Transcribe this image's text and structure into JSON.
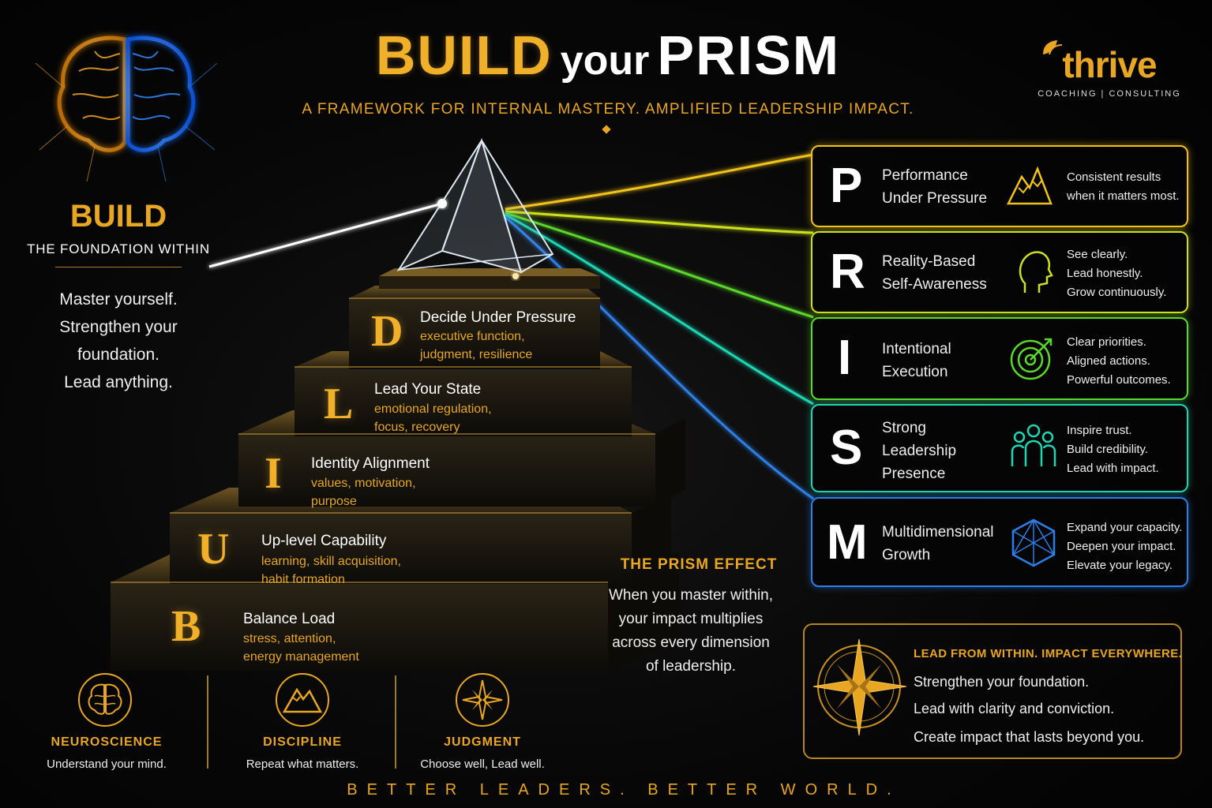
{
  "title": {
    "part1": "BUILD",
    "part2": "your",
    "part3": "PRISM"
  },
  "subtitle": "A FRAMEWORK FOR INTERNAL MASTERY. AMPLIFIED LEADERSHIP IMPACT.",
  "logo": {
    "name": "thrive",
    "tagline": "COACHING | CONSULTING"
  },
  "build": {
    "heading": "BUILD",
    "subheading": "THE FOUNDATION WITHIN",
    "lines": [
      "Master yourself.",
      "Strengthen your",
      "foundation.",
      "Lead anything."
    ]
  },
  "steps": [
    {
      "letter": "D",
      "title": "Decide Under Pressure",
      "desc1": "executive function,",
      "desc2": "judgment, resilience"
    },
    {
      "letter": "L",
      "title": "Lead Your State",
      "desc1": "emotional regulation,",
      "desc2": "focus, recovery"
    },
    {
      "letter": "I",
      "title": "Identity Alignment",
      "desc1": "values, motivation,",
      "desc2": "purpose"
    },
    {
      "letter": "U",
      "title": "Up-level Capability",
      "desc1": "learning, skill acquisition,",
      "desc2": "habit formation"
    },
    {
      "letter": "B",
      "title": "Balance Load",
      "desc1": "stress, attention,",
      "desc2": "energy management"
    }
  ],
  "prism_effect": {
    "heading": "THE PRISM EFFECT",
    "lines": [
      "When you master within,",
      "your impact multiplies",
      "across every dimension",
      "of leadership."
    ]
  },
  "prism": [
    {
      "letter": "P",
      "title": [
        "Performance",
        "Under Pressure"
      ],
      "desc": [
        "Consistent results",
        "when it matters most."
      ],
      "icon": "mountain-icon",
      "color": "#f2c21a"
    },
    {
      "letter": "R",
      "title": [
        "Reality-Based",
        "Self-Awareness"
      ],
      "desc": [
        "See clearly.",
        "Lead honestly.",
        "Grow continuously."
      ],
      "icon": "head-profile-icon",
      "color": "#cde01e"
    },
    {
      "letter": "I",
      "title": [
        "Intentional",
        "Execution"
      ],
      "desc": [
        "Clear priorities.",
        "Aligned actions.",
        "Powerful outcomes."
      ],
      "icon": "target-icon",
      "color": "#5cd82a"
    },
    {
      "letter": "S",
      "title": [
        "Strong",
        "Leadership",
        "Presence"
      ],
      "desc": [
        "Inspire trust.",
        "Build credibility.",
        "Lead with impact."
      ],
      "icon": "people-group-icon",
      "color": "#1fd6b4"
    },
    {
      "letter": "M",
      "title": [
        "Multidimensional",
        "Growth"
      ],
      "desc": [
        "Expand your capacity.",
        "Deepen your impact.",
        "Elevate your legacy."
      ],
      "icon": "cube-network-icon",
      "color": "#2d7fe8"
    }
  ],
  "lead": {
    "heading": "LEAD FROM WITHIN. IMPACT EVERYWHERE.",
    "lines": [
      "Strengthen your foundation.",
      "Lead with clarity and conviction.",
      "Create impact that lasts beyond you."
    ]
  },
  "pillars": [
    {
      "label": "NEUROSCIENCE",
      "text": "Understand your mind.",
      "icon": "brain-icon"
    },
    {
      "label": "DISCIPLINE",
      "text": "Repeat what matters.",
      "icon": "mountain-icon"
    },
    {
      "label": "JUDGMENT",
      "text": "Choose well, Lead well.",
      "icon": "compass-star-icon"
    }
  ],
  "footer": "BETTER LEADERS. BETTER WORLD.",
  "colors": {
    "gold": "#e8a623",
    "brain_left": "#f5a623",
    "brain_right": "#2f8cff"
  }
}
